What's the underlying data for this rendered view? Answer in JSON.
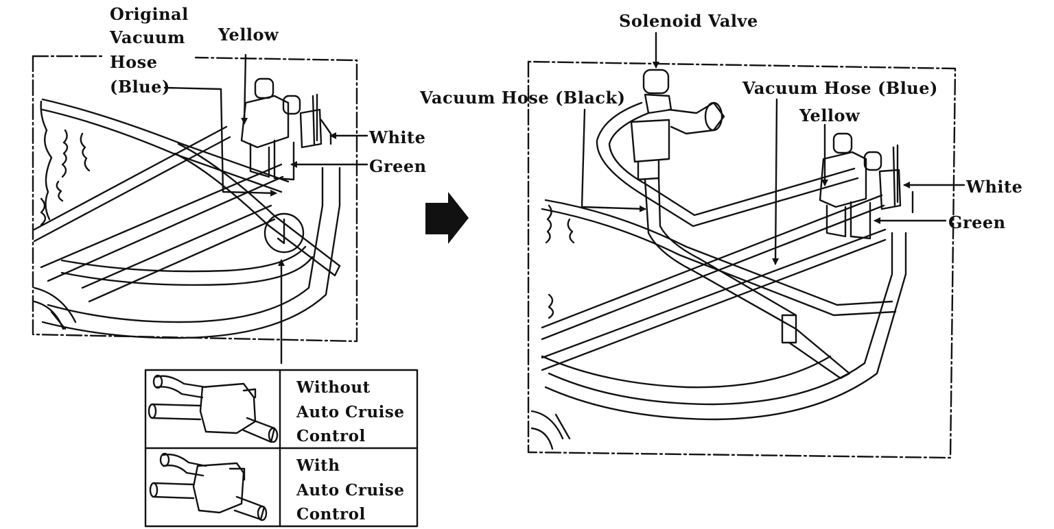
{
  "left_panel": {
    "label_original": "Original",
    "label_vacuum": "Vacuum",
    "label_hose": "Hose",
    "label_blue": "(Blue)",
    "label_yellow": "Yellow",
    "label_white": "White",
    "label_green": "Green"
  },
  "inset_table": {
    "row1": [
      "Without",
      "Auto Cruise",
      "Control"
    ],
    "row2": [
      "With",
      "Auto Cruise",
      "Control"
    ]
  },
  "right_panel": {
    "label_solenoid": "Solenoid Valve",
    "label_black_hose": "Vacuum Hose (Black)",
    "label_blue_hose": "Vacuum Hose (Blue)",
    "label_yellow": "Yellow",
    "label_white": "White",
    "label_green": "Green"
  },
  "icons": [
    "arrow-right-icon"
  ],
  "colors": {
    "ink": "#111111",
    "paper": "#ffffff"
  }
}
